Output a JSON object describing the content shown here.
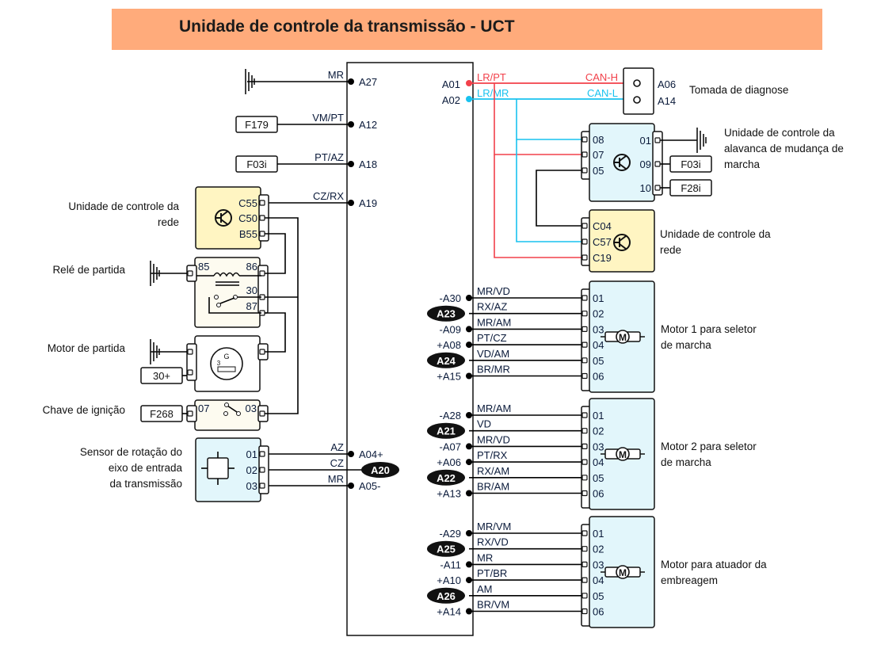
{
  "title": "Unidade de controle da transmissão - UCT",
  "colors": {
    "header_bg": "#ffab7b",
    "can_h": "#f2404a",
    "can_l": "#18c2ef",
    "ecu_yellow": "#fff5c2",
    "module_blue": "#e2f6fb",
    "relay_bg": "#fdfbf0",
    "wire": "#000000",
    "pin_label": "#0a1a3a"
  },
  "uct_left_pins": [
    {
      "pin": "A27",
      "wire": "MR",
      "source": "ground"
    },
    {
      "pin": "A12",
      "wire": "VM/PT",
      "source": "F179"
    },
    {
      "pin": "A18",
      "wire": "PT/AZ",
      "source": "F03i"
    },
    {
      "pin": "A19",
      "wire": "CZ/RX",
      "source": "C55"
    },
    {
      "pin": "A04+",
      "wire": "AZ",
      "source": "01"
    },
    {
      "pin": "A20",
      "wire": "CZ",
      "source": "02",
      "badge": true
    },
    {
      "pin": "A05-",
      "wire": "MR",
      "source": "03"
    }
  ],
  "can_bus": {
    "a01": {
      "pin": "A01",
      "wire": "LR/PT",
      "signal": "CAN-H"
    },
    "a02": {
      "pin": "A02",
      "wire": "LR/MR",
      "signal": "CAN-L"
    }
  },
  "diag_socket": {
    "label": "Tomada de diagnose",
    "pins": [
      "A06",
      "A14"
    ]
  },
  "lever_unit": {
    "label_lines": [
      "Unidade de controle da",
      "alavanca de mudança de",
      "marcha"
    ],
    "left_pins": [
      "08",
      "07",
      "05"
    ],
    "right_pins": [
      "01",
      "09",
      "10"
    ],
    "fuses": [
      "F03i",
      "F28i"
    ]
  },
  "network_unit_right": {
    "label_lines": [
      "Unidade de controle da",
      "rede"
    ],
    "pins": [
      "C04",
      "C57",
      "C19"
    ]
  },
  "network_unit_left": {
    "label_lines": [
      "Unidade de controle da",
      "rede"
    ],
    "pins": [
      "C55",
      "C50",
      "B55"
    ]
  },
  "start_relay": {
    "label": "Relé de partida",
    "pins": [
      "85",
      "86",
      "30",
      "87"
    ]
  },
  "starter_motor": {
    "label": "Motor de partida",
    "supply": "30+",
    "symbol_g": "G",
    "symbol_3": "3"
  },
  "ignition_switch": {
    "label": "Chave de ignição",
    "fuse": "F268",
    "pins": [
      "07",
      "03"
    ]
  },
  "speed_sensor": {
    "label_lines": [
      "Sensor de rotação do",
      "eixo de entrada",
      "da transmissão"
    ],
    "pins": [
      "01",
      "02",
      "03"
    ]
  },
  "motors": [
    {
      "label_lines": [
        "Motor 1 para seletor",
        "de marcha"
      ],
      "symbol": "M",
      "rows": [
        {
          "uct": "-A30",
          "wire": "MR/VD",
          "pin": "01",
          "badge": false
        },
        {
          "uct": "A23",
          "wire": "RX/AZ",
          "pin": "02",
          "badge": true
        },
        {
          "uct": "-A09",
          "wire": "MR/AM",
          "pin": "03",
          "badge": false
        },
        {
          "uct": "+A08",
          "wire": "PT/CZ",
          "pin": "04",
          "badge": false
        },
        {
          "uct": "A24",
          "wire": "VD/AM",
          "pin": "05",
          "badge": true
        },
        {
          "uct": "+A15",
          "wire": "BR/MR",
          "pin": "06",
          "badge": false
        }
      ]
    },
    {
      "label_lines": [
        "Motor 2 para seletor",
        "de marcha"
      ],
      "symbol": "M",
      "rows": [
        {
          "uct": "-A28",
          "wire": "MR/AM",
          "pin": "01",
          "badge": false
        },
        {
          "uct": "A21",
          "wire": "VD",
          "pin": "02",
          "badge": true
        },
        {
          "uct": "-A07",
          "wire": "MR/VD",
          "pin": "03",
          "badge": false
        },
        {
          "uct": "+A06",
          "wire": "PT/RX",
          "pin": "04",
          "badge": false
        },
        {
          "uct": "A22",
          "wire": "RX/AM",
          "pin": "05",
          "badge": true
        },
        {
          "uct": "+A13",
          "wire": "BR/AM",
          "pin": "06",
          "badge": false
        }
      ]
    },
    {
      "label_lines": [
        "Motor para atuador da",
        "embreagem"
      ],
      "symbol": "M",
      "rows": [
        {
          "uct": "-A29",
          "wire": "MR/VM",
          "pin": "01",
          "badge": false
        },
        {
          "uct": "A25",
          "wire": "RX/VD",
          "pin": "02",
          "badge": true
        },
        {
          "uct": "-A11",
          "wire": "MR",
          "pin": "03",
          "badge": false
        },
        {
          "uct": "+A10",
          "wire": "PT/BR",
          "pin": "04",
          "badge": false
        },
        {
          "uct": "A26",
          "wire": "AM",
          "pin": "05",
          "badge": true
        },
        {
          "uct": "+A14",
          "wire": "BR/VM",
          "pin": "06",
          "badge": false
        }
      ]
    }
  ]
}
